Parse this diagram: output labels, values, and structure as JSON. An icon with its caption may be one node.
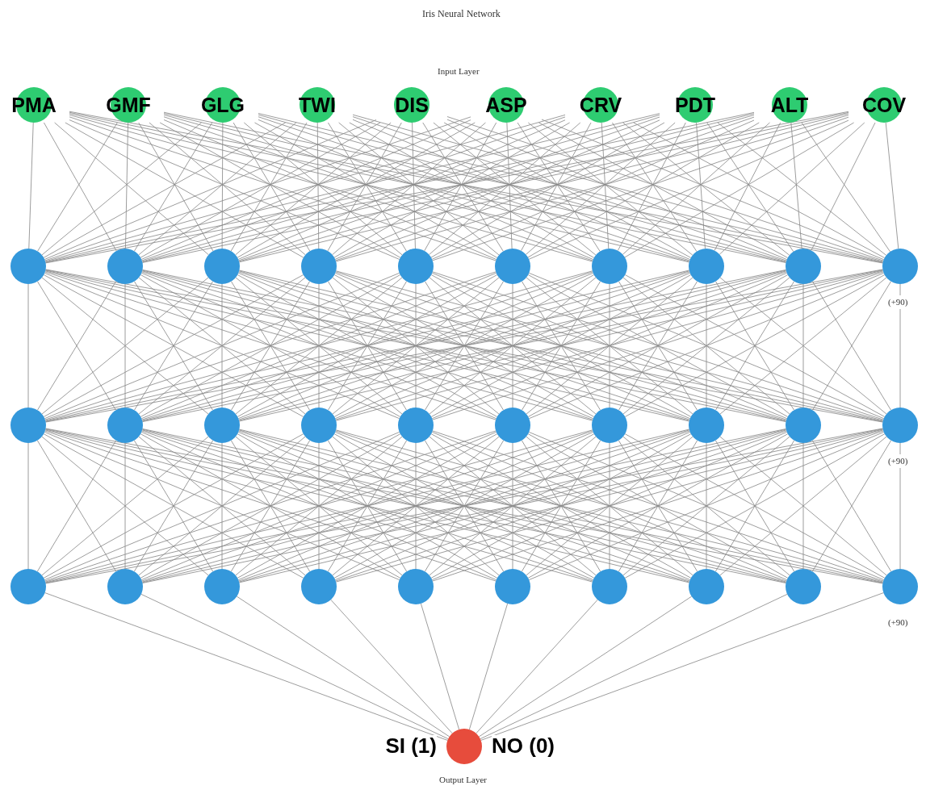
{
  "diagram": {
    "title": "Iris Neural Network",
    "nodes": [
      {
        "text": [
          "PMA"
        ]
      },
      {
        "text": [
          "GMF"
        ]
      },
      {
        "text": [
          "GLG"
        ]
      },
      {
        "text": [
          "TWI"
        ]
      },
      {
        "text": [
          "DIS"
        ]
      },
      {
        "text": [
          "ASP"
        ]
      },
      {
        "text": [
          "CRV"
        ]
      },
      {
        "text": [
          "PDT"
        ]
      },
      {
        "text": [
          "ALT"
        ]
      },
      {
        "text": [
          "COV"
        ]
      },
      {
        "text": [],
        "shape": "circle"
      },
      {
        "text": [],
        "shape": "circle"
      },
      {
        "text": [],
        "shape": "circle"
      },
      {
        "text": [],
        "shape": "circle"
      },
      {
        "text": [],
        "shape": "circle"
      },
      {
        "text": [],
        "shape": "circle"
      },
      {
        "text": [],
        "shape": "circle"
      },
      {
        "text": [],
        "shape": "circle"
      },
      {
        "text": [],
        "shape": "circle"
      },
      {
        "text": [],
        "shape": "circle",
        "beside": [
          "(+90)"
        ]
      },
      {
        "text": [],
        "shape": "circle"
      },
      {
        "text": [],
        "shape": "circle"
      },
      {
        "text": [],
        "shape": "circle"
      },
      {
        "text": [],
        "shape": "circle"
      },
      {
        "text": [],
        "shape": "circle"
      },
      {
        "text": [],
        "shape": "circle"
      },
      {
        "text": [],
        "shape": "circle"
      },
      {
        "text": [],
        "shape": "circle"
      },
      {
        "text": [],
        "shape": "circle"
      },
      {
        "text": [],
        "shape": "circle",
        "beside": [
          "(+90)"
        ]
      },
      {
        "text": [],
        "shape": "circle"
      },
      {
        "text": [],
        "shape": "circle"
      },
      {
        "text": [],
        "shape": "circle"
      },
      {
        "text": [],
        "shape": "circle"
      },
      {
        "text": [],
        "shape": "circle"
      },
      {
        "text": [],
        "shape": "circle"
      },
      {
        "text": [],
        "shape": "circle"
      },
      {
        "text": [],
        "shape": "circle"
      },
      {
        "text": [],
        "shape": "circle"
      },
      {
        "text": [],
        "shape": "circle",
        "beside": [
          "(+90)"
        ]
      },
      {
        "text": [],
        "shape": "circle",
        "beside": [
          "SI (1)",
          "NO (0)"
        ]
      }
    ],
    "edges": [
      {
        "from": 0,
        "to": 10,
        "arrow": "none"
      },
      {
        "from": 0,
        "to": 11,
        "arrow": "none"
      },
      {
        "from": 0,
        "to": 12,
        "arrow": "none"
      },
      {
        "from": 0,
        "to": 13,
        "arrow": "none"
      },
      {
        "from": 0,
        "to": 14,
        "arrow": "none"
      },
      {
        "from": 0,
        "to": 15,
        "arrow": "none"
      },
      {
        "from": 0,
        "to": 16,
        "arrow": "none"
      },
      {
        "from": 0,
        "to": 17,
        "arrow": "none"
      },
      {
        "from": 0,
        "to": 18,
        "arrow": "none"
      },
      {
        "from": 0,
        "to": 19,
        "arrow": "none"
      },
      {
        "from": 1,
        "to": 10,
        "arrow": "none"
      },
      {
        "from": 1,
        "to": 11,
        "arrow": "none"
      },
      {
        "from": 1,
        "to": 12,
        "arrow": "none"
      },
      {
        "from": 1,
        "to": 13,
        "arrow": "none"
      },
      {
        "from": 1,
        "to": 14,
        "arrow": "none"
      },
      {
        "from": 1,
        "to": 15,
        "arrow": "none"
      },
      {
        "from": 1,
        "to": 16,
        "arrow": "none"
      },
      {
        "from": 1,
        "to": 17,
        "arrow": "none"
      },
      {
        "from": 1,
        "to": 18,
        "arrow": "none"
      },
      {
        "from": 1,
        "to": 19,
        "arrow": "none"
      },
      {
        "from": 2,
        "to": 10,
        "arrow": "none"
      },
      {
        "from": 2,
        "to": 11,
        "arrow": "none"
      },
      {
        "from": 2,
        "to": 12,
        "arrow": "none"
      },
      {
        "from": 2,
        "to": 13,
        "arrow": "none"
      },
      {
        "from": 2,
        "to": 14,
        "arrow": "none"
      },
      {
        "from": 2,
        "to": 15,
        "arrow": "none"
      },
      {
        "from": 2,
        "to": 16,
        "arrow": "none"
      },
      {
        "from": 2,
        "to": 17,
        "arrow": "none"
      },
      {
        "from": 2,
        "to": 18,
        "arrow": "none"
      },
      {
        "from": 2,
        "to": 19,
        "arrow": "none"
      },
      {
        "from": 3,
        "to": 10,
        "arrow": "none"
      },
      {
        "from": 3,
        "to": 11,
        "arrow": "none"
      },
      {
        "from": 3,
        "to": 12,
        "arrow": "none"
      },
      {
        "from": 3,
        "to": 13,
        "arrow": "none"
      },
      {
        "from": 3,
        "to": 14,
        "arrow": "none"
      },
      {
        "from": 3,
        "to": 15,
        "arrow": "none"
      },
      {
        "from": 3,
        "to": 16,
        "arrow": "none"
      },
      {
        "from": 3,
        "to": 17,
        "arrow": "none"
      },
      {
        "from": 3,
        "to": 18,
        "arrow": "none"
      },
      {
        "from": 3,
        "to": 19,
        "arrow": "none"
      },
      {
        "from": 4,
        "to": 10,
        "arrow": "none"
      },
      {
        "from": 4,
        "to": 11,
        "arrow": "none"
      },
      {
        "from": 4,
        "to": 12,
        "arrow": "none"
      },
      {
        "from": 4,
        "to": 13,
        "arrow": "none"
      },
      {
        "from": 4,
        "to": 14,
        "arrow": "none"
      },
      {
        "from": 4,
        "to": 15,
        "arrow": "none"
      },
      {
        "from": 4,
        "to": 16,
        "arrow": "none"
      },
      {
        "from": 4,
        "to": 17,
        "arrow": "none"
      },
      {
        "from": 4,
        "to": 18,
        "arrow": "none"
      },
      {
        "from": 4,
        "to": 19,
        "arrow": "none"
      },
      {
        "from": 5,
        "to": 10,
        "arrow": "none"
      },
      {
        "from": 5,
        "to": 11,
        "arrow": "none"
      },
      {
        "from": 5,
        "to": 12,
        "arrow": "none"
      },
      {
        "from": 5,
        "to": 13,
        "arrow": "none"
      },
      {
        "from": 5,
        "to": 14,
        "arrow": "none"
      },
      {
        "from": 5,
        "to": 15,
        "arrow": "none"
      },
      {
        "from": 5,
        "to": 16,
        "arrow": "none"
      },
      {
        "from": 5,
        "to": 17,
        "arrow": "none"
      },
      {
        "from": 5,
        "to": 18,
        "arrow": "none"
      },
      {
        "from": 5,
        "to": 19,
        "arrow": "none"
      },
      {
        "from": 6,
        "to": 10,
        "arrow": "none"
      },
      {
        "from": 6,
        "to": 11,
        "arrow": "none"
      },
      {
        "from": 6,
        "to": 12,
        "arrow": "none"
      },
      {
        "from": 6,
        "to": 13,
        "arrow": "none"
      },
      {
        "from": 6,
        "to": 14,
        "arrow": "none"
      },
      {
        "from": 6,
        "to": 15,
        "arrow": "none"
      },
      {
        "from": 6,
        "to": 16,
        "arrow": "none"
      },
      {
        "from": 6,
        "to": 17,
        "arrow": "none"
      },
      {
        "from": 6,
        "to": 18,
        "arrow": "none"
      },
      {
        "from": 6,
        "to": 19,
        "arrow": "none"
      },
      {
        "from": 7,
        "to": 10,
        "arrow": "none"
      },
      {
        "from": 7,
        "to": 11,
        "arrow": "none"
      },
      {
        "from": 7,
        "to": 12,
        "arrow": "none"
      },
      {
        "from": 7,
        "to": 13,
        "arrow": "none"
      },
      {
        "from": 7,
        "to": 14,
        "arrow": "none"
      },
      {
        "from": 7,
        "to": 15,
        "arrow": "none"
      },
      {
        "from": 7,
        "to": 16,
        "arrow": "none"
      },
      {
        "from": 7,
        "to": 17,
        "arrow": "none"
      },
      {
        "from": 7,
        "to": 18,
        "arrow": "none"
      },
      {
        "from": 7,
        "to": 19,
        "arrow": "none"
      },
      {
        "from": 8,
        "to": 10,
        "arrow": "none"
      },
      {
        "from": 8,
        "to": 11,
        "arrow": "none"
      },
      {
        "from": 8,
        "to": 12,
        "arrow": "none"
      },
      {
        "from": 8,
        "to": 13,
        "arrow": "none"
      },
      {
        "from": 8,
        "to": 14,
        "arrow": "none"
      },
      {
        "from": 8,
        "to": 15,
        "arrow": "none"
      },
      {
        "from": 8,
        "to": 16,
        "arrow": "none"
      },
      {
        "from": 8,
        "to": 17,
        "arrow": "none"
      },
      {
        "from": 8,
        "to": 18,
        "arrow": "none"
      },
      {
        "from": 8,
        "to": 19,
        "arrow": "none"
      },
      {
        "from": 9,
        "to": 10,
        "arrow": "none"
      },
      {
        "from": 9,
        "to": 11,
        "arrow": "none"
      },
      {
        "from": 9,
        "to": 12,
        "arrow": "none"
      },
      {
        "from": 9,
        "to": 13,
        "arrow": "none"
      },
      {
        "from": 9,
        "to": 14,
        "arrow": "none"
      },
      {
        "from": 9,
        "to": 15,
        "arrow": "none"
      },
      {
        "from": 9,
        "to": 16,
        "arrow": "none"
      },
      {
        "from": 9,
        "to": 17,
        "arrow": "none"
      },
      {
        "from": 9,
        "to": 18,
        "arrow": "none"
      },
      {
        "from": 9,
        "to": 19,
        "arrow": "none"
      },
      {
        "from": 10,
        "to": 20,
        "arrow": "none"
      },
      {
        "from": 10,
        "to": 21,
        "arrow": "none"
      },
      {
        "from": 10,
        "to": 22,
        "arrow": "none"
      },
      {
        "from": 10,
        "to": 23,
        "arrow": "none"
      },
      {
        "from": 10,
        "to": 24,
        "arrow": "none"
      },
      {
        "from": 10,
        "to": 25,
        "arrow": "none"
      },
      {
        "from": 10,
        "to": 26,
        "arrow": "none"
      },
      {
        "from": 10,
        "to": 27,
        "arrow": "none"
      },
      {
        "from": 10,
        "to": 28,
        "arrow": "none"
      },
      {
        "from": 10,
        "to": 29,
        "arrow": "none"
      },
      {
        "from": 11,
        "to": 20,
        "arrow": "none"
      },
      {
        "from": 11,
        "to": 21,
        "arrow": "none"
      },
      {
        "from": 11,
        "to": 22,
        "arrow": "none"
      },
      {
        "from": 11,
        "to": 23,
        "arrow": "none"
      },
      {
        "from": 11,
        "to": 24,
        "arrow": "none"
      },
      {
        "from": 11,
        "to": 25,
        "arrow": "none"
      },
      {
        "from": 11,
        "to": 26,
        "arrow": "none"
      },
      {
        "from": 11,
        "to": 27,
        "arrow": "none"
      },
      {
        "from": 11,
        "to": 28,
        "arrow": "none"
      },
      {
        "from": 11,
        "to": 29,
        "arrow": "none"
      },
      {
        "from": 12,
        "to": 20,
        "arrow": "none"
      },
      {
        "from": 12,
        "to": 21,
        "arrow": "none"
      },
      {
        "from": 12,
        "to": 22,
        "arrow": "none"
      },
      {
        "from": 12,
        "to": 23,
        "arrow": "none"
      },
      {
        "from": 12,
        "to": 24,
        "arrow": "none"
      },
      {
        "from": 12,
        "to": 25,
        "arrow": "none"
      },
      {
        "from": 12,
        "to": 26,
        "arrow": "none"
      },
      {
        "from": 12,
        "to": 27,
        "arrow": "none"
      },
      {
        "from": 12,
        "to": 28,
        "arrow": "none"
      },
      {
        "from": 12,
        "to": 29,
        "arrow": "none"
      },
      {
        "from": 13,
        "to": 20,
        "arrow": "none"
      },
      {
        "from": 13,
        "to": 21,
        "arrow": "none"
      },
      {
        "from": 13,
        "to": 22,
        "arrow": "none"
      },
      {
        "from": 13,
        "to": 23,
        "arrow": "none"
      },
      {
        "from": 13,
        "to": 24,
        "arrow": "none"
      },
      {
        "from": 13,
        "to": 25,
        "arrow": "none"
      },
      {
        "from": 13,
        "to": 26,
        "arrow": "none"
      },
      {
        "from": 13,
        "to": 27,
        "arrow": "none"
      },
      {
        "from": 13,
        "to": 28,
        "arrow": "none"
      },
      {
        "from": 13,
        "to": 29,
        "arrow": "none"
      },
      {
        "from": 14,
        "to": 20,
        "arrow": "none"
      },
      {
        "from": 14,
        "to": 21,
        "arrow": "none"
      },
      {
        "from": 14,
        "to": 22,
        "arrow": "none"
      },
      {
        "from": 14,
        "to": 23,
        "arrow": "none"
      },
      {
        "from": 14,
        "to": 24,
        "arrow": "none"
      },
      {
        "from": 14,
        "to": 25,
        "arrow": "none"
      },
      {
        "from": 14,
        "to": 26,
        "arrow": "none"
      },
      {
        "from": 14,
        "to": 27,
        "arrow": "none"
      },
      {
        "from": 14,
        "to": 28,
        "arrow": "none"
      },
      {
        "from": 14,
        "to": 29,
        "arrow": "none"
      },
      {
        "from": 15,
        "to": 20,
        "arrow": "none"
      },
      {
        "from": 15,
        "to": 21,
        "arrow": "none"
      },
      {
        "from": 15,
        "to": 22,
        "arrow": "none"
      },
      {
        "from": 15,
        "to": 23,
        "arrow": "none"
      },
      {
        "from": 15,
        "to": 24,
        "arrow": "none"
      },
      {
        "from": 15,
        "to": 25,
        "arrow": "none"
      },
      {
        "from": 15,
        "to": 26,
        "arrow": "none"
      },
      {
        "from": 15,
        "to": 27,
        "arrow": "none"
      },
      {
        "from": 15,
        "to": 28,
        "arrow": "none"
      },
      {
        "from": 15,
        "to": 29,
        "arrow": "none"
      },
      {
        "from": 16,
        "to": 20,
        "arrow": "none"
      },
      {
        "from": 16,
        "to": 21,
        "arrow": "none"
      },
      {
        "from": 16,
        "to": 22,
        "arrow": "none"
      },
      {
        "from": 16,
        "to": 23,
        "arrow": "none"
      },
      {
        "from": 16,
        "to": 24,
        "arrow": "none"
      },
      {
        "from": 16,
        "to": 25,
        "arrow": "none"
      },
      {
        "from": 16,
        "to": 26,
        "arrow": "none"
      },
      {
        "from": 16,
        "to": 27,
        "arrow": "none"
      },
      {
        "from": 16,
        "to": 28,
        "arrow": "none"
      },
      {
        "from": 16,
        "to": 29,
        "arrow": "none"
      },
      {
        "from": 17,
        "to": 20,
        "arrow": "none"
      },
      {
        "from": 17,
        "to": 21,
        "arrow": "none"
      },
      {
        "from": 17,
        "to": 22,
        "arrow": "none"
      },
      {
        "from": 17,
        "to": 23,
        "arrow": "none"
      },
      {
        "from": 17,
        "to": 24,
        "arrow": "none"
      },
      {
        "from": 17,
        "to": 25,
        "arrow": "none"
      },
      {
        "from": 17,
        "to": 26,
        "arrow": "none"
      },
      {
        "from": 17,
        "to": 27,
        "arrow": "none"
      },
      {
        "from": 17,
        "to": 28,
        "arrow": "none"
      },
      {
        "from": 17,
        "to": 29,
        "arrow": "none"
      },
      {
        "from": 18,
        "to": 20,
        "arrow": "none"
      },
      {
        "from": 18,
        "to": 21,
        "arrow": "none"
      },
      {
        "from": 18,
        "to": 22,
        "arrow": "none"
      },
      {
        "from": 18,
        "to": 23,
        "arrow": "none"
      },
      {
        "from": 18,
        "to": 24,
        "arrow": "none"
      },
      {
        "from": 18,
        "to": 25,
        "arrow": "none"
      },
      {
        "from": 18,
        "to": 26,
        "arrow": "none"
      },
      {
        "from": 18,
        "to": 27,
        "arrow": "none"
      },
      {
        "from": 18,
        "to": 28,
        "arrow": "none"
      },
      {
        "from": 18,
        "to": 29,
        "arrow": "none"
      },
      {
        "from": 19,
        "to": 20,
        "arrow": "none"
      },
      {
        "from": 19,
        "to": 21,
        "arrow": "none"
      },
      {
        "from": 19,
        "to": 22,
        "arrow": "none"
      },
      {
        "from": 19,
        "to": 23,
        "arrow": "none"
      },
      {
        "from": 19,
        "to": 24,
        "arrow": "none"
      },
      {
        "from": 19,
        "to": 25,
        "arrow": "none"
      },
      {
        "from": 19,
        "to": 26,
        "arrow": "none"
      },
      {
        "from": 19,
        "to": 27,
        "arrow": "none"
      },
      {
        "from": 19,
        "to": 28,
        "arrow": "none"
      },
      {
        "from": 19,
        "to": 29,
        "arrow": "none"
      },
      {
        "from": 20,
        "to": 30,
        "arrow": "none"
      },
      {
        "from": 20,
        "to": 31,
        "arrow": "none"
      },
      {
        "from": 20,
        "to": 32,
        "arrow": "none"
      },
      {
        "from": 20,
        "to": 33,
        "arrow": "none"
      },
      {
        "from": 20,
        "to": 34,
        "arrow": "none"
      },
      {
        "from": 20,
        "to": 35,
        "arrow": "none"
      },
      {
        "from": 20,
        "to": 36,
        "arrow": "none"
      },
      {
        "from": 20,
        "to": 37,
        "arrow": "none"
      },
      {
        "from": 20,
        "to": 38,
        "arrow": "none"
      },
      {
        "from": 20,
        "to": 39,
        "arrow": "none"
      },
      {
        "from": 21,
        "to": 30,
        "arrow": "none"
      },
      {
        "from": 21,
        "to": 31,
        "arrow": "none"
      },
      {
        "from": 21,
        "to": 32,
        "arrow": "none"
      },
      {
        "from": 21,
        "to": 33,
        "arrow": "none"
      },
      {
        "from": 21,
        "to": 34,
        "arrow": "none"
      },
      {
        "from": 21,
        "to": 35,
        "arrow": "none"
      },
      {
        "from": 21,
        "to": 36,
        "arrow": "none"
      },
      {
        "from": 21,
        "to": 37,
        "arrow": "none"
      },
      {
        "from": 21,
        "to": 38,
        "arrow": "none"
      },
      {
        "from": 21,
        "to": 39,
        "arrow": "none"
      },
      {
        "from": 22,
        "to": 30,
        "arrow": "none"
      },
      {
        "from": 22,
        "to": 31,
        "arrow": "none"
      },
      {
        "from": 22,
        "to": 32,
        "arrow": "none"
      },
      {
        "from": 22,
        "to": 33,
        "arrow": "none"
      },
      {
        "from": 22,
        "to": 34,
        "arrow": "none"
      },
      {
        "from": 22,
        "to": 35,
        "arrow": "none"
      },
      {
        "from": 22,
        "to": 36,
        "arrow": "none"
      },
      {
        "from": 22,
        "to": 37,
        "arrow": "none"
      },
      {
        "from": 22,
        "to": 38,
        "arrow": "none"
      },
      {
        "from": 22,
        "to": 39,
        "arrow": "none"
      },
      {
        "from": 23,
        "to": 30,
        "arrow": "none"
      },
      {
        "from": 23,
        "to": 31,
        "arrow": "none"
      },
      {
        "from": 23,
        "to": 32,
        "arrow": "none"
      },
      {
        "from": 23,
        "to": 33,
        "arrow": "none"
      },
      {
        "from": 23,
        "to": 34,
        "arrow": "none"
      },
      {
        "from": 23,
        "to": 35,
        "arrow": "none"
      },
      {
        "from": 23,
        "to": 36,
        "arrow": "none"
      },
      {
        "from": 23,
        "to": 37,
        "arrow": "none"
      },
      {
        "from": 23,
        "to": 38,
        "arrow": "none"
      },
      {
        "from": 23,
        "to": 39,
        "arrow": "none"
      },
      {
        "from": 24,
        "to": 30,
        "arrow": "none"
      },
      {
        "from": 24,
        "to": 31,
        "arrow": "none"
      },
      {
        "from": 24,
        "to": 32,
        "arrow": "none"
      },
      {
        "from": 24,
        "to": 33,
        "arrow": "none"
      },
      {
        "from": 24,
        "to": 34,
        "arrow": "none"
      },
      {
        "from": 24,
        "to": 35,
        "arrow": "none"
      },
      {
        "from": 24,
        "to": 36,
        "arrow": "none"
      },
      {
        "from": 24,
        "to": 37,
        "arrow": "none"
      },
      {
        "from": 24,
        "to": 38,
        "arrow": "none"
      },
      {
        "from": 24,
        "to": 39,
        "arrow": "none"
      },
      {
        "from": 25,
        "to": 30,
        "arrow": "none"
      },
      {
        "from": 25,
        "to": 31,
        "arrow": "none"
      },
      {
        "from": 25,
        "to": 32,
        "arrow": "none"
      },
      {
        "from": 25,
        "to": 33,
        "arrow": "none"
      },
      {
        "from": 25,
        "to": 34,
        "arrow": "none"
      },
      {
        "from": 25,
        "to": 35,
        "arrow": "none"
      },
      {
        "from": 25,
        "to": 36,
        "arrow": "none"
      },
      {
        "from": 25,
        "to": 37,
        "arrow": "none"
      },
      {
        "from": 25,
        "to": 38,
        "arrow": "none"
      },
      {
        "from": 25,
        "to": 39,
        "arrow": "none"
      },
      {
        "from": 26,
        "to": 30,
        "arrow": "none"
      },
      {
        "from": 26,
        "to": 31,
        "arrow": "none"
      },
      {
        "from": 26,
        "to": 32,
        "arrow": "none"
      },
      {
        "from": 26,
        "to": 33,
        "arrow": "none"
      },
      {
        "from": 26,
        "to": 34,
        "arrow": "none"
      },
      {
        "from": 26,
        "to": 35,
        "arrow": "none"
      },
      {
        "from": 26,
        "to": 36,
        "arrow": "none"
      },
      {
        "from": 26,
        "to": 37,
        "arrow": "none"
      },
      {
        "from": 26,
        "to": 38,
        "arrow": "none"
      },
      {
        "from": 26,
        "to": 39,
        "arrow": "none"
      },
      {
        "from": 27,
        "to": 30,
        "arrow": "none"
      },
      {
        "from": 27,
        "to": 31,
        "arrow": "none"
      },
      {
        "from": 27,
        "to": 32,
        "arrow": "none"
      },
      {
        "from": 27,
        "to": 33,
        "arrow": "none"
      },
      {
        "from": 27,
        "to": 34,
        "arrow": "none"
      },
      {
        "from": 27,
        "to": 35,
        "arrow": "none"
      },
      {
        "from": 27,
        "to": 36,
        "arrow": "none"
      },
      {
        "from": 27,
        "to": 37,
        "arrow": "none"
      },
      {
        "from": 27,
        "to": 38,
        "arrow": "none"
      },
      {
        "from": 27,
        "to": 39,
        "arrow": "none"
      },
      {
        "from": 28,
        "to": 30,
        "arrow": "none"
      },
      {
        "from": 28,
        "to": 31,
        "arrow": "none"
      },
      {
        "from": 28,
        "to": 32,
        "arrow": "none"
      },
      {
        "from": 28,
        "to": 33,
        "arrow": "none"
      },
      {
        "from": 28,
        "to": 34,
        "arrow": "none"
      },
      {
        "from": 28,
        "to": 35,
        "arrow": "none"
      },
      {
        "from": 28,
        "to": 36,
        "arrow": "none"
      },
      {
        "from": 28,
        "to": 37,
        "arrow": "none"
      },
      {
        "from": 28,
        "to": 38,
        "arrow": "none"
      },
      {
        "from": 28,
        "to": 39,
        "arrow": "none"
      },
      {
        "from": 29,
        "to": 30,
        "arrow": "none"
      },
      {
        "from": 29,
        "to": 31,
        "arrow": "none"
      },
      {
        "from": 29,
        "to": 32,
        "arrow": "none"
      },
      {
        "from": 29,
        "to": 33,
        "arrow": "none"
      },
      {
        "from": 29,
        "to": 34,
        "arrow": "none"
      },
      {
        "from": 29,
        "to": 35,
        "arrow": "none"
      },
      {
        "from": 29,
        "to": 36,
        "arrow": "none"
      },
      {
        "from": 29,
        "to": 37,
        "arrow": "none"
      },
      {
        "from": 29,
        "to": 38,
        "arrow": "none"
      },
      {
        "from": 29,
        "to": 39,
        "arrow": "none"
      },
      {
        "from": 30,
        "to": 40,
        "arrow": "none"
      },
      {
        "from": 31,
        "to": 40,
        "arrow": "none"
      },
      {
        "from": 32,
        "to": 40,
        "arrow": "none"
      },
      {
        "from": 33,
        "to": 40,
        "arrow": "none"
      },
      {
        "from": 34,
        "to": 40,
        "arrow": "none"
      },
      {
        "from": 35,
        "to": 40,
        "arrow": "none"
      },
      {
        "from": 36,
        "to": 40,
        "arrow": "none"
      },
      {
        "from": 37,
        "to": 40,
        "arrow": "none"
      },
      {
        "from": 38,
        "to": 40,
        "arrow": "none"
      },
      {
        "from": 39,
        "to": 40,
        "arrow": "none"
      }
    ],
    "labels": [
      "Input Layer",
      "Output Layer"
    ]
  }
}
